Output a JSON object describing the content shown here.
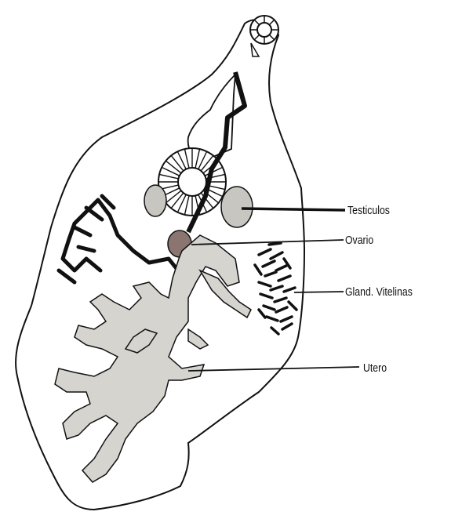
{
  "diagram": {
    "labels": {
      "testiculos": "Testiculos",
      "ovario": "Ovario",
      "vitelinas": "Gland. Vitelinas",
      "utero": "Utero"
    },
    "colors": {
      "outline": "#111111",
      "gonad_fill": "#c8c6c0",
      "ovary_fill": "#8a7570",
      "uterus_fill": "#d6d4cf",
      "background": "#ffffff"
    }
  }
}
